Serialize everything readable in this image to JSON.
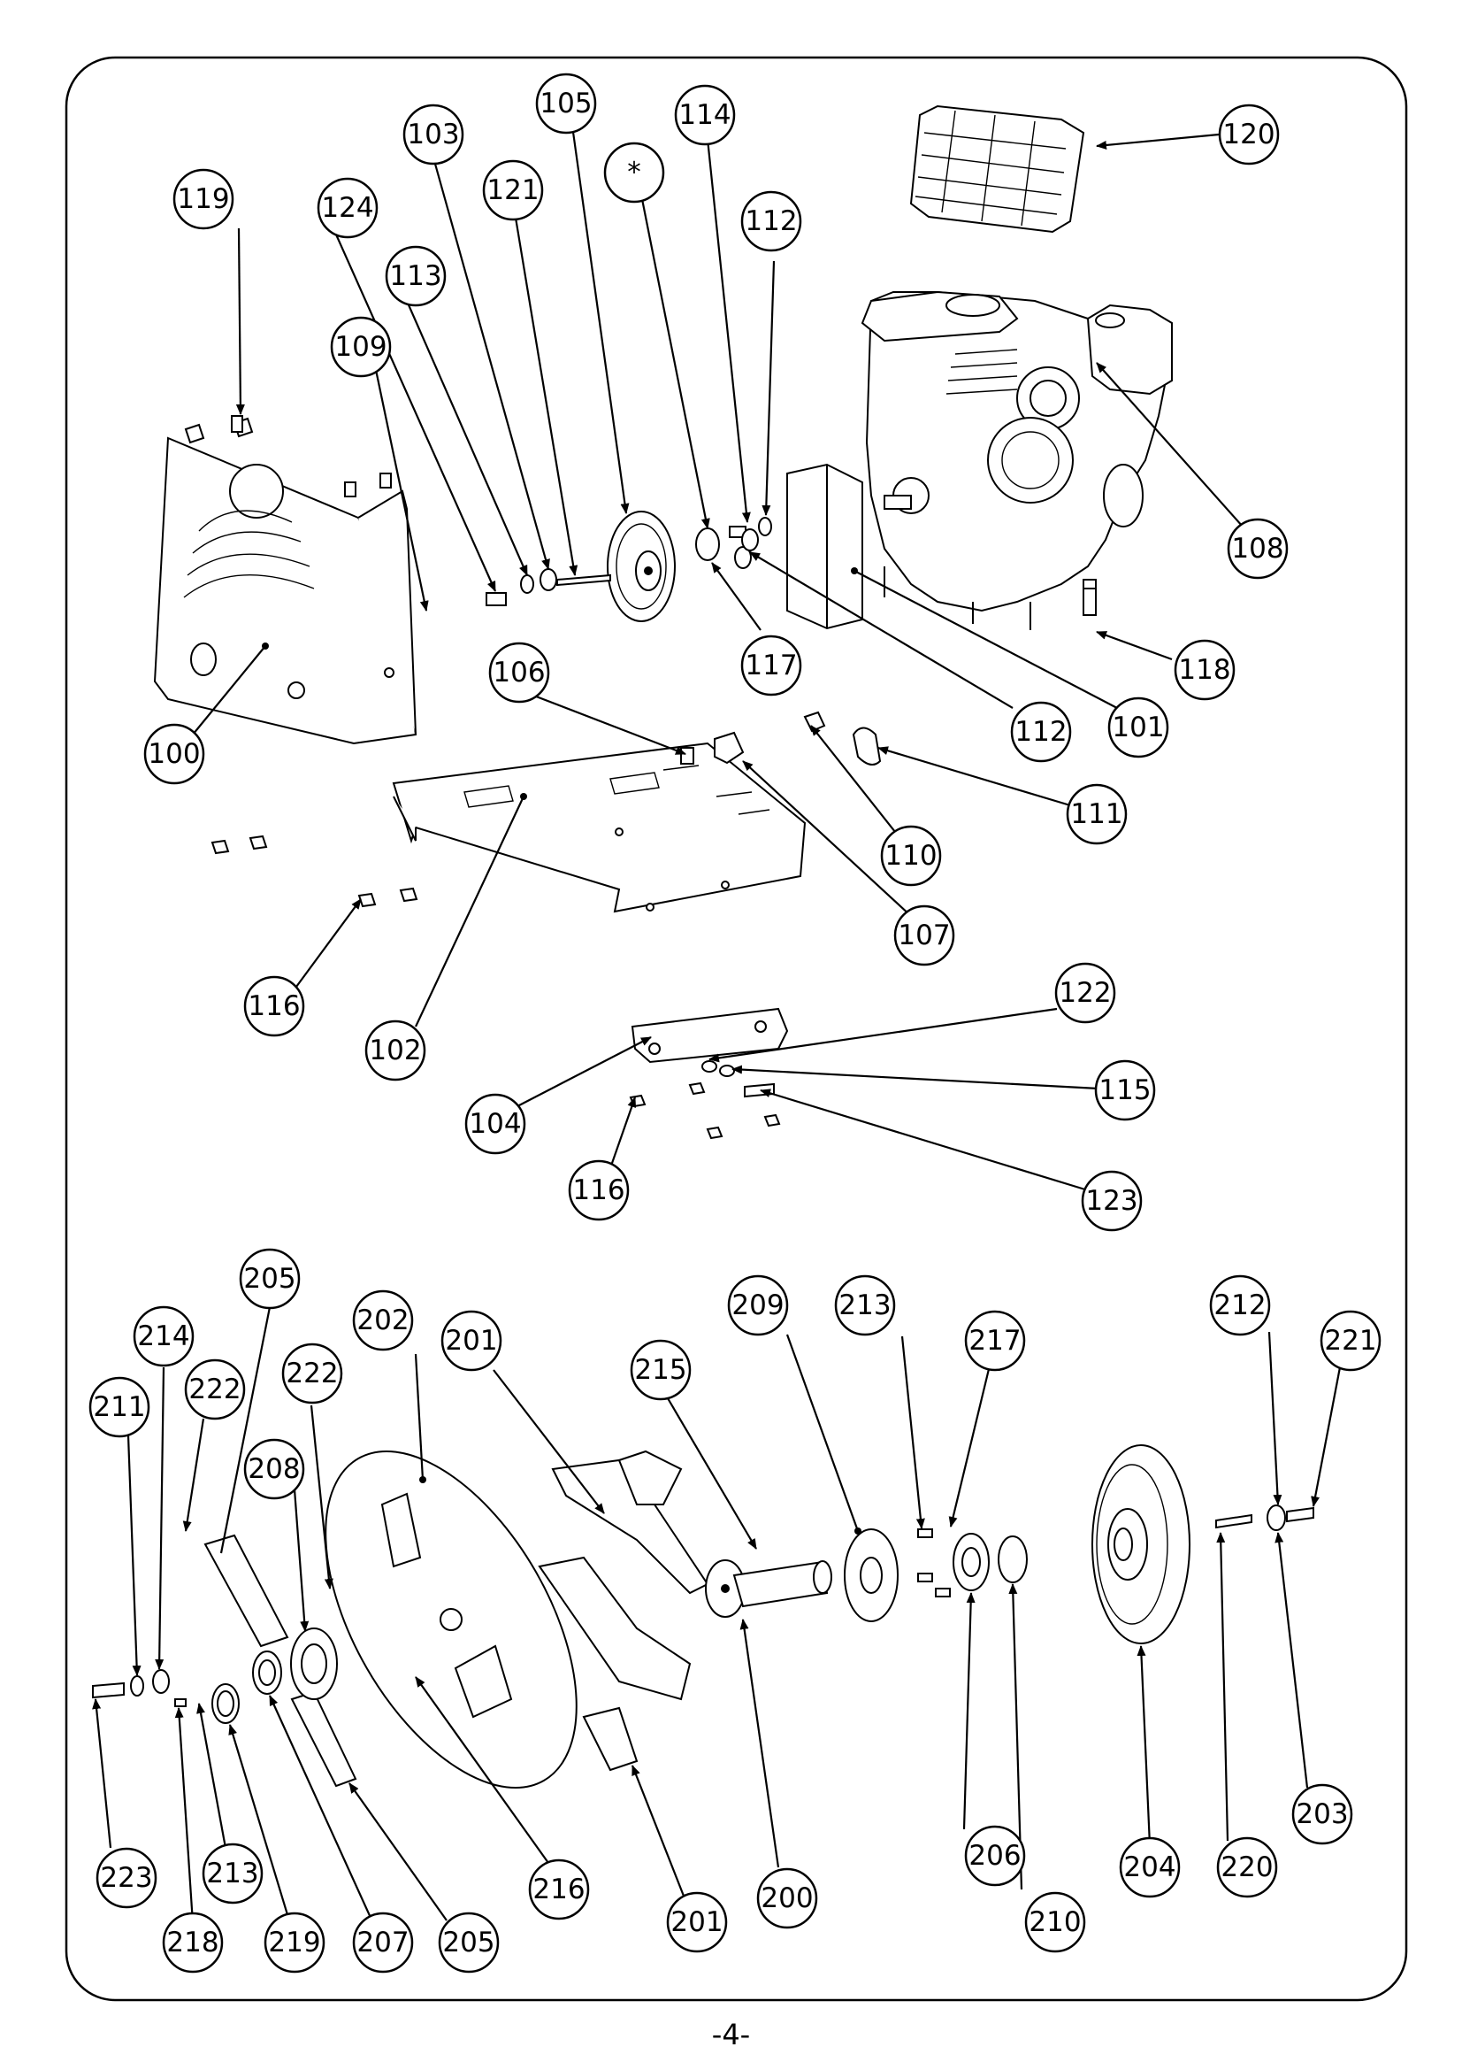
{
  "page_number": "-4-",
  "callouts": [
    {
      "id": "c100",
      "label": "100"
    },
    {
      "id": "c101",
      "label": "101"
    },
    {
      "id": "c102",
      "label": "102"
    },
    {
      "id": "c103",
      "label": "103"
    },
    {
      "id": "c104",
      "label": "104"
    },
    {
      "id": "c105",
      "label": "105"
    },
    {
      "id": "c106",
      "label": "106"
    },
    {
      "id": "c107",
      "label": "107"
    },
    {
      "id": "c108",
      "label": "108"
    },
    {
      "id": "c109",
      "label": "109"
    },
    {
      "id": "c110",
      "label": "110"
    },
    {
      "id": "c111",
      "label": "111"
    },
    {
      "id": "c112a",
      "label": "112"
    },
    {
      "id": "c112b",
      "label": "112"
    },
    {
      "id": "c113",
      "label": "113"
    },
    {
      "id": "c114",
      "label": "114"
    },
    {
      "id": "c115",
      "label": "115"
    },
    {
      "id": "c116a",
      "label": "116"
    },
    {
      "id": "c116b",
      "label": "116"
    },
    {
      "id": "c117",
      "label": "117"
    },
    {
      "id": "c118",
      "label": "118"
    },
    {
      "id": "c119",
      "label": "119"
    },
    {
      "id": "c120",
      "label": "120"
    },
    {
      "id": "c121",
      "label": "121"
    },
    {
      "id": "c122",
      "label": "122"
    },
    {
      "id": "c123",
      "label": "123"
    },
    {
      "id": "c124",
      "label": "124"
    },
    {
      "id": "cstar",
      "label": "*"
    },
    {
      "id": "c200",
      "label": "200"
    },
    {
      "id": "c201a",
      "label": "201"
    },
    {
      "id": "c201b",
      "label": "201"
    },
    {
      "id": "c202",
      "label": "202"
    },
    {
      "id": "c203",
      "label": "203"
    },
    {
      "id": "c204",
      "label": "204"
    },
    {
      "id": "c205a",
      "label": "205"
    },
    {
      "id": "c205b",
      "label": "205"
    },
    {
      "id": "c206",
      "label": "206"
    },
    {
      "id": "c207",
      "label": "207"
    },
    {
      "id": "c208",
      "label": "208"
    },
    {
      "id": "c209",
      "label": "209"
    },
    {
      "id": "c210",
      "label": "210"
    },
    {
      "id": "c211",
      "label": "211"
    },
    {
      "id": "c212",
      "label": "212"
    },
    {
      "id": "c213a",
      "label": "213"
    },
    {
      "id": "c213b",
      "label": "213"
    },
    {
      "id": "c214",
      "label": "214"
    },
    {
      "id": "c215",
      "label": "215"
    },
    {
      "id": "c216",
      "label": "216"
    },
    {
      "id": "c217",
      "label": "217"
    },
    {
      "id": "c218",
      "label": "218"
    },
    {
      "id": "c219",
      "label": "219"
    },
    {
      "id": "c220",
      "label": "220"
    },
    {
      "id": "c221",
      "label": "221"
    },
    {
      "id": "c222a",
      "label": "222"
    },
    {
      "id": "c222b",
      "label": "222"
    },
    {
      "id": "c223",
      "label": "223"
    }
  ]
}
